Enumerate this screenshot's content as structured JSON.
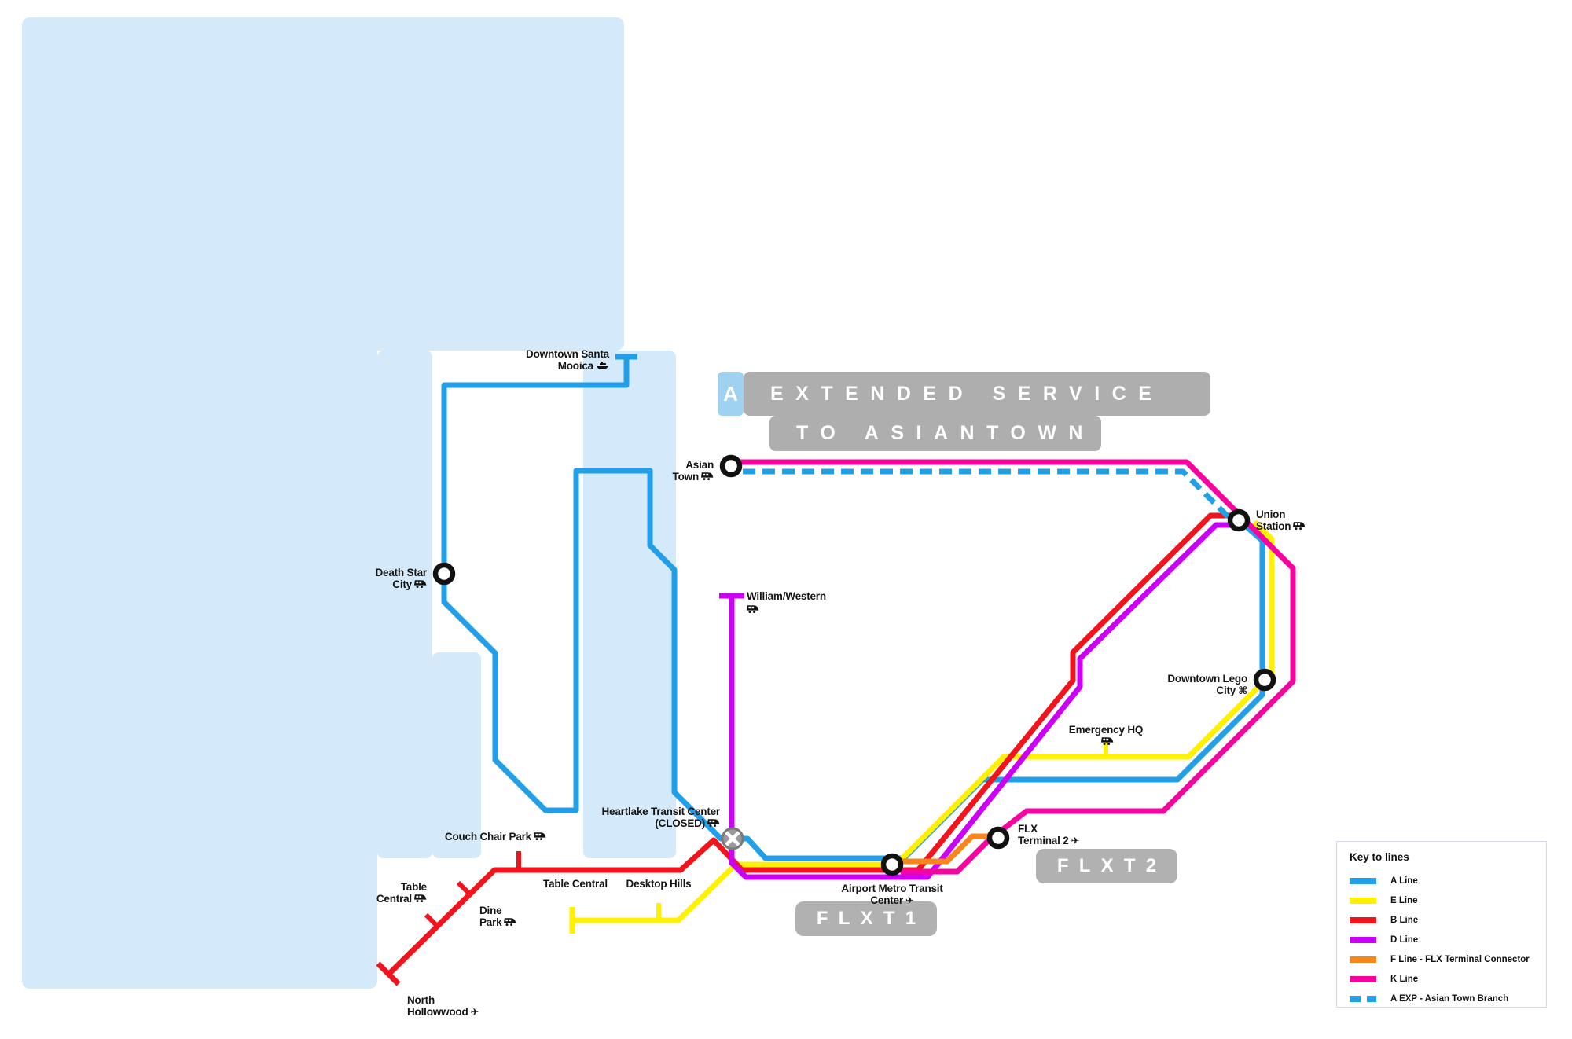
{
  "colors": {
    "water": "#d4eafb",
    "a_line": "#219fe8",
    "e_line": "#fff100",
    "b_line": "#f2141c",
    "d_line": "#cb00f5",
    "f_line": "#f8861b",
    "k_line": "#f5059f",
    "banner_gray": "#aeaeae",
    "banner_blue_chip": "#9fd2f0",
    "closed_gray": "#9a9a9a"
  },
  "banner": {
    "badge": "A",
    "line1": "EXTENDED SERVICE",
    "line2": "TO ASIANTOWN"
  },
  "zones": {
    "flxt1": "FLXT1",
    "flxt2": "FLXT2"
  },
  "glyphs": {
    "plane": "✈",
    "command": "⌘"
  },
  "stations": {
    "santa_mooica": "Downtown Santa Mooica",
    "asian_town": "Asian Town",
    "union_station": "Union Station",
    "death_star_city": "Death Star City",
    "william_western": "William/Western",
    "lego_city": "Downtown Lego City",
    "emergency_hq": "Emergency HQ",
    "heartlake": "Heartlake Transit Center (CLOSED)",
    "couch_chair_park": "Couch Chair Park",
    "table_central_b": "Table Central",
    "dine_park": "Dine Park",
    "north_hollowwood": "North Hollowwood",
    "table_central_e": "Table Central",
    "desktop_hills": "Desktop Hills",
    "airport_metro": "Airport Metro Transit Center",
    "flx_terminal_2": "FLX Terminal 2"
  },
  "legend": {
    "title": "Key to lines",
    "items": [
      {
        "label": "A Line",
        "color": "#219fe8"
      },
      {
        "label": "E Line",
        "color": "#fff100"
      },
      {
        "label": "B Line",
        "color": "#f2141c"
      },
      {
        "label": "D Line",
        "color": "#cb00f5"
      },
      {
        "label": "F Line - FLX Terminal Connector",
        "color": "#f8861b"
      },
      {
        "label": "K Line",
        "color": "#f5059f"
      },
      {
        "label": "A EXP - Asian Town Branch",
        "color": "#219fe8",
        "dashed": true
      }
    ]
  }
}
